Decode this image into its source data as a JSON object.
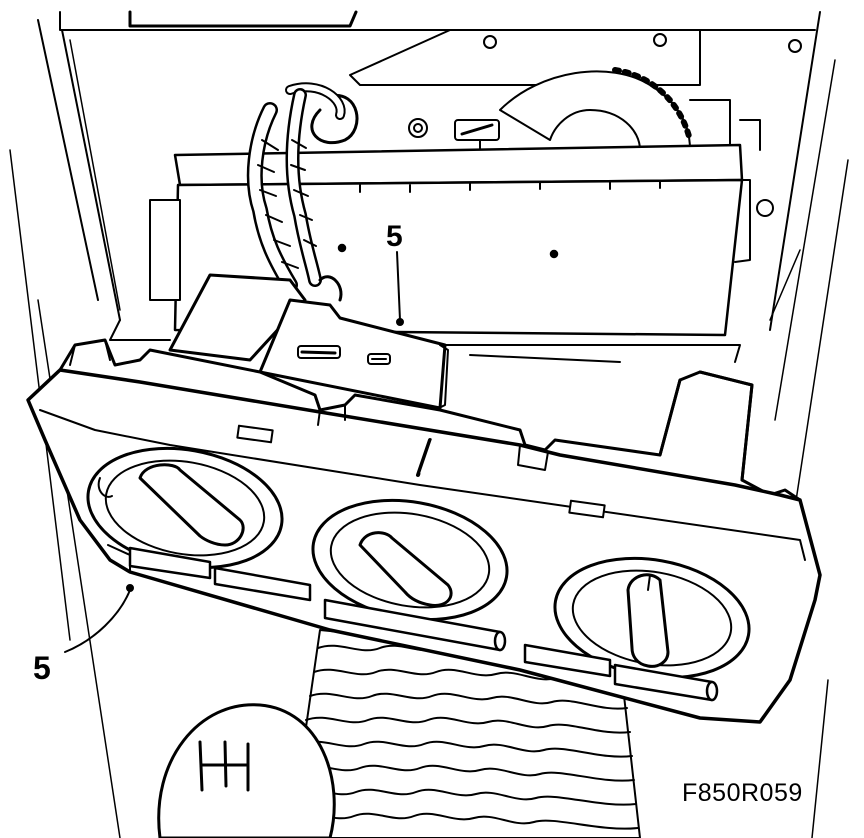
{
  "callouts": {
    "upper": "5",
    "lower": "5"
  },
  "figure_code": "F850R059",
  "colors": {
    "line": "#000000",
    "fill": "#ffffff"
  }
}
